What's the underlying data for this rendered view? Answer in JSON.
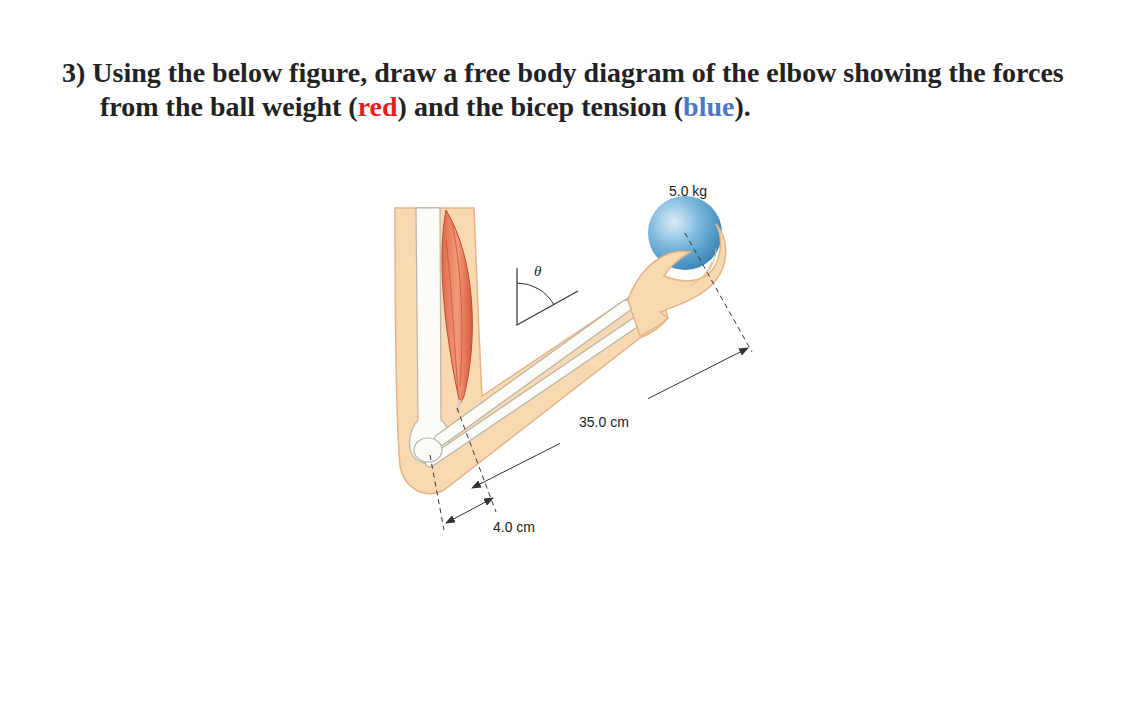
{
  "diagram": {
    "title": "3) Using the below figure, draw a free body diagram of the elbow showing the forces from the ball weight (red) and the bicep tension (blue).",
    "labels": [
      "5.0 kg",
      "θ",
      "35.0 cm",
      "4.0 cm"
    ]
  }
}
